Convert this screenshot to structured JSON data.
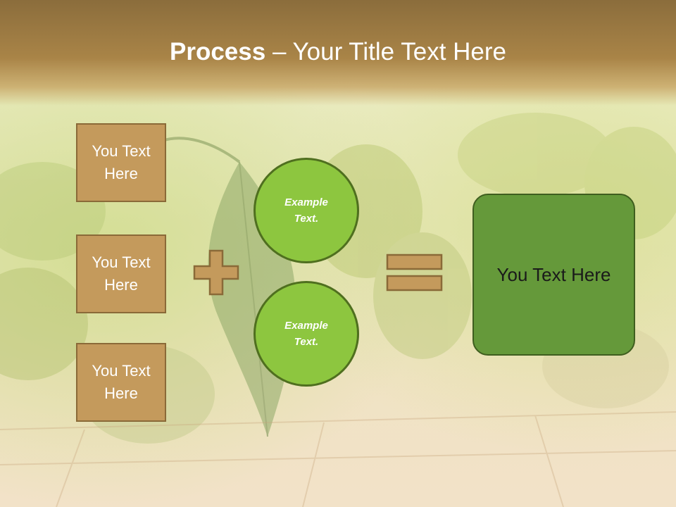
{
  "slide": {
    "title_bold": "Process",
    "title_rest": " – Your Title Text Here",
    "colors": {
      "title_bar": "#a07d44",
      "box_fill": "#c49a5c",
      "box_border": "#8a6a38",
      "circle_fill": "#8dc63f",
      "circle_border": "#4f6f1f",
      "result_fill": "#65993a",
      "result_border": "#3f5e1f"
    }
  },
  "inputs": [
    {
      "label": "You Text Here"
    },
    {
      "label": "You Text Here"
    },
    {
      "label": "You Text Here"
    }
  ],
  "operators": {
    "plus_icon": "plus-icon",
    "equals_icon": "equals-icon"
  },
  "circles": [
    {
      "label": "Example Text."
    },
    {
      "label": "Example Text."
    }
  ],
  "result": {
    "label": "You Text Here"
  }
}
